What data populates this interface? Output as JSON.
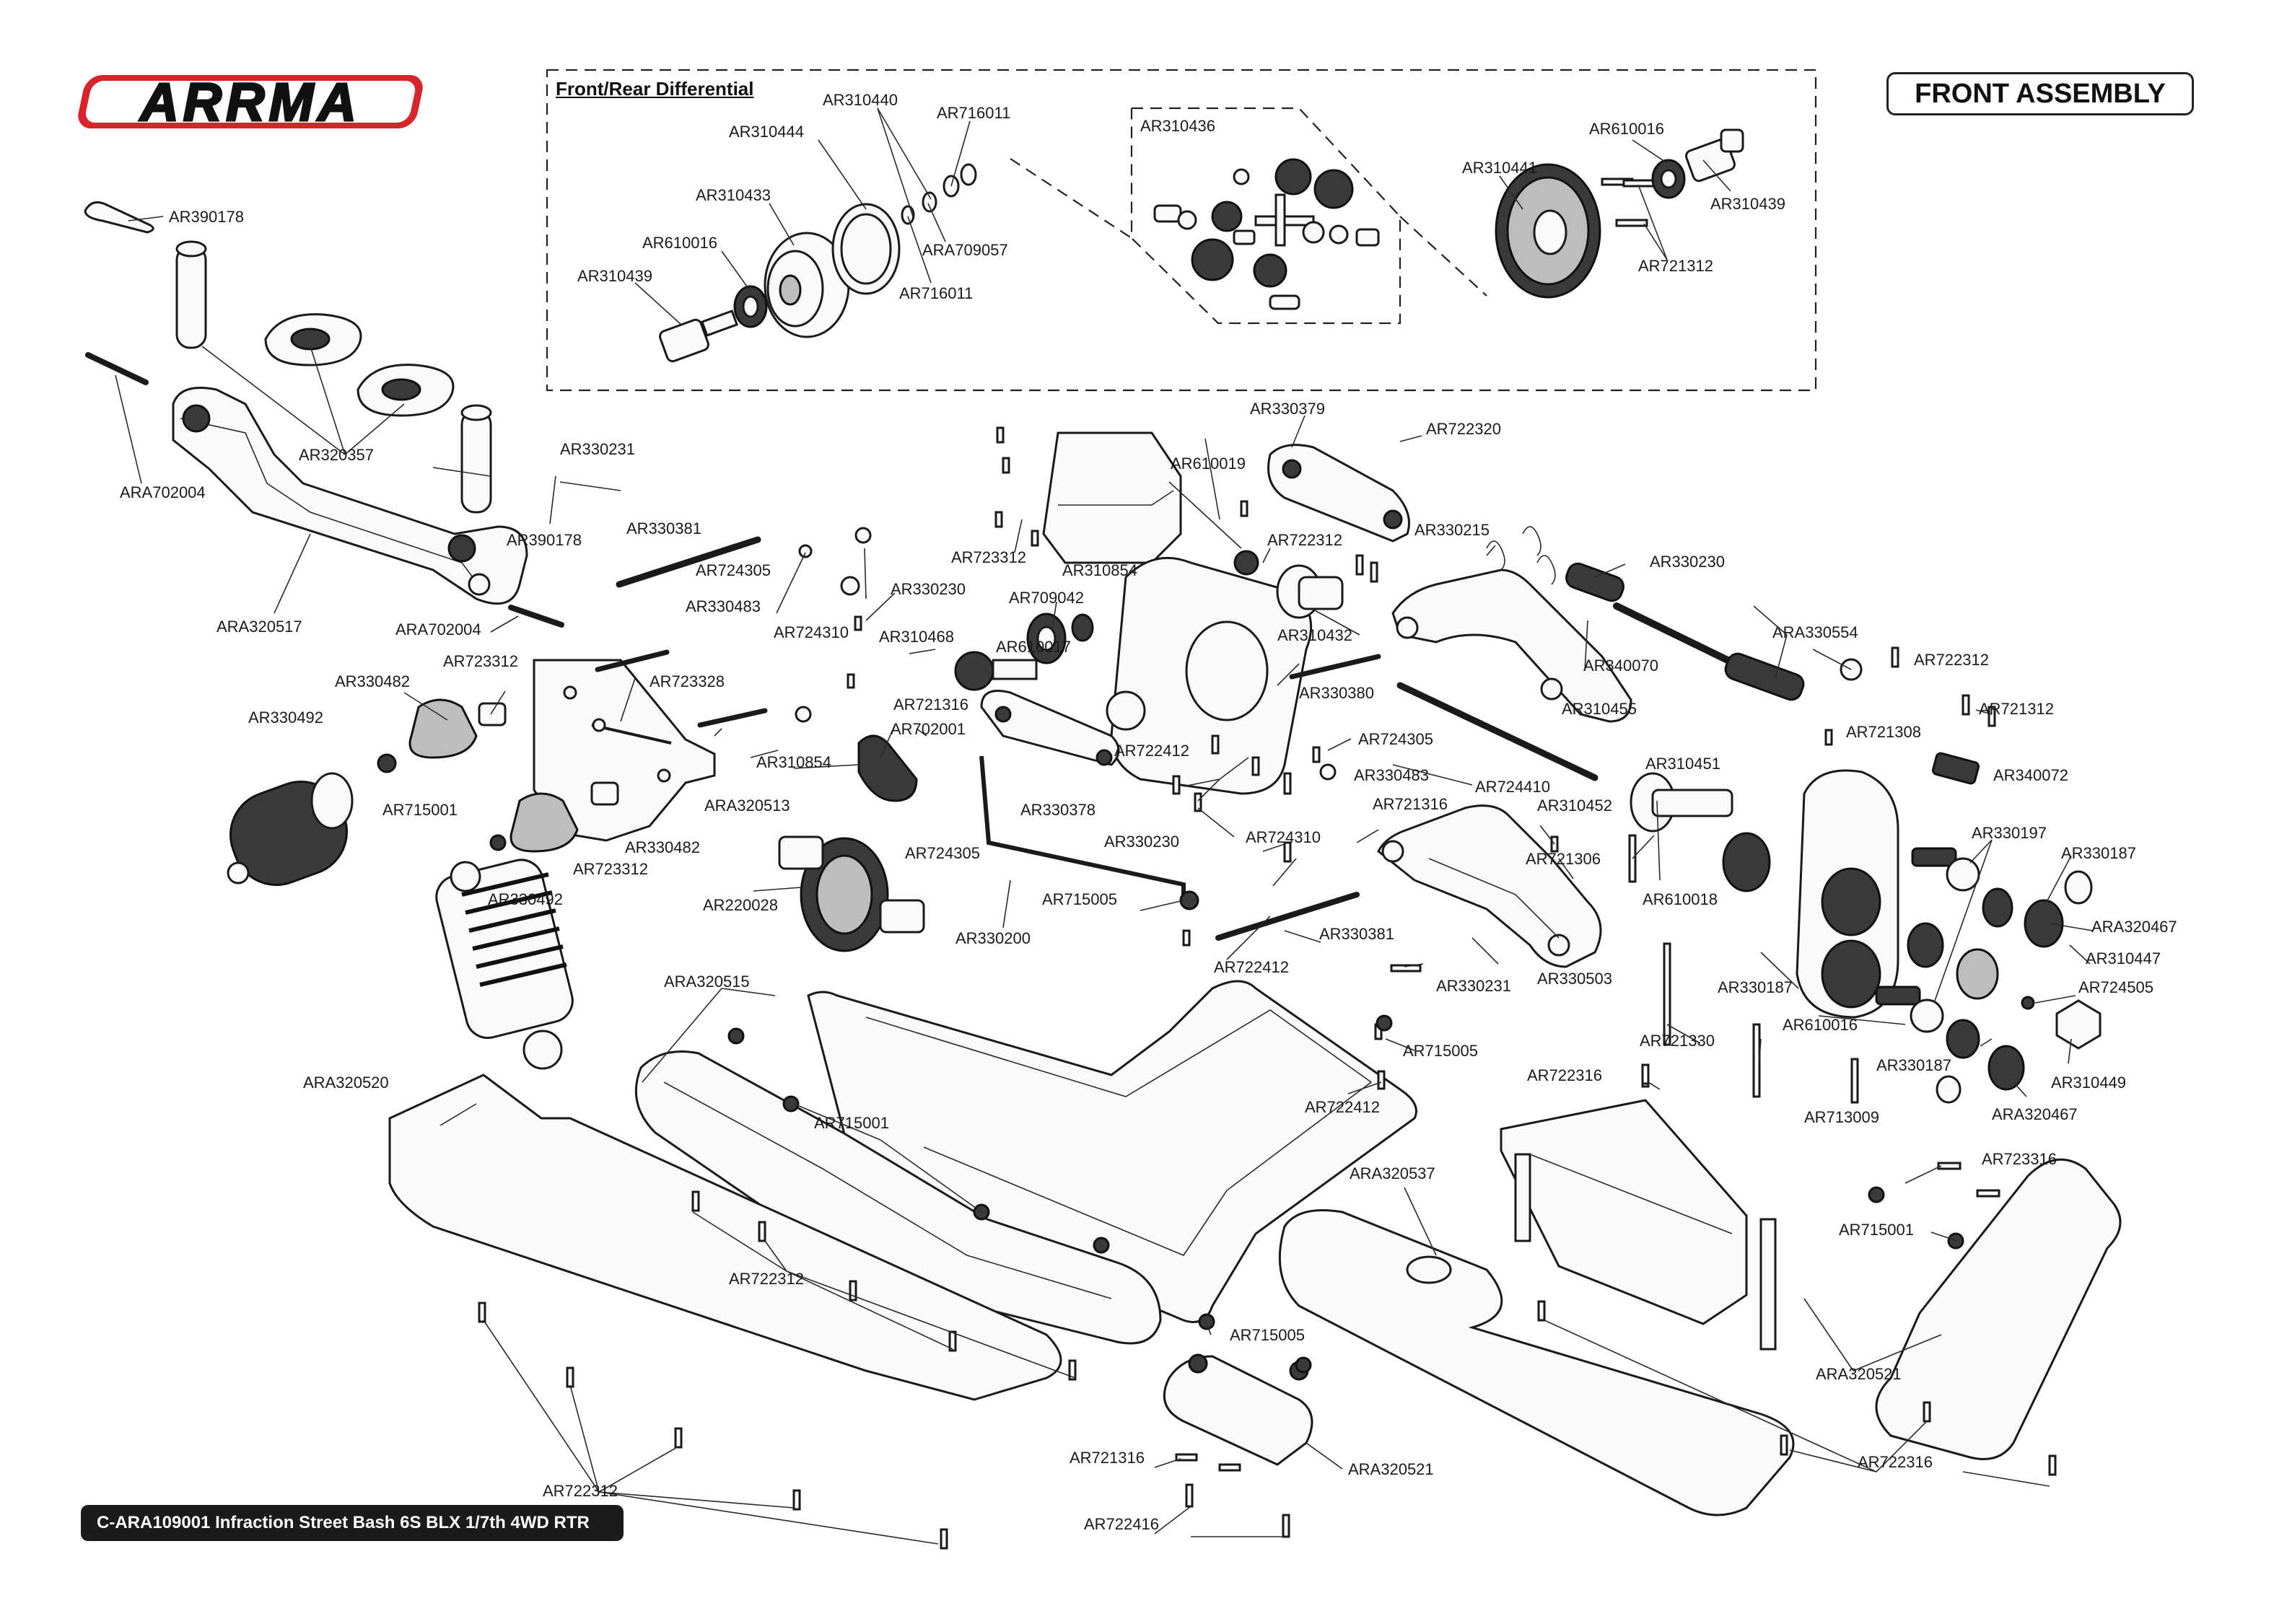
{
  "brand": {
    "logo_text": "ARRMA",
    "accent": "#d8232a"
  },
  "header": {
    "assembly_title": "FRONT ASSEMBLY"
  },
  "differential": {
    "title": "Front/Rear Differential"
  },
  "footer": {
    "caption": "C-ARA109001 Infraction Street Bash 6S BLX 1/7th 4WD RTR"
  },
  "labels": {
    "l01": "AR310440",
    "l02": "AR716011",
    "l03": "AR310444",
    "l04": "AR310436",
    "l05": "AR610016",
    "l06": "AR310433",
    "l07": "AR310441",
    "l08": "AR310439",
    "l09": "AR390178",
    "l10": "AR610016",
    "l11": "ARA709057",
    "l12": "AR721312",
    "l13": "AR310439",
    "l14": "AR716011",
    "l15": "AR330379",
    "l16": "AR722320",
    "l17": "AR610019",
    "l18": "ARA702004",
    "l19": "AR320357",
    "l20": "AR330231",
    "l21": "AR390178",
    "l22": "AR723312",
    "l23": "AR722312",
    "l24": "AR330381",
    "l25": "AR330215",
    "l26": "AR330230",
    "l27": "AR310854",
    "l28": "AR724305",
    "l29": "AR709042",
    "l30": "AR330483",
    "l31": "AR330230",
    "l32": "AR310432",
    "l33": "ARA330554",
    "l34": "ARA320517",
    "l35": "ARA702004",
    "l36": "AR724310",
    "l37": "AR310468",
    "l38": "AR340070",
    "l39": "AR722312",
    "l40": "AR723312",
    "l41": "AR330380",
    "l42": "AR723328",
    "l43": "AR721316",
    "l44": "AR310455",
    "l45": "AR721312",
    "l46": "AR330482",
    "l47": "AR610017",
    "l48": "AR724305",
    "l49": "AR721308",
    "l50": "AR330492",
    "l51": "AR702001",
    "l52": "AR722412",
    "l53": "AR310451",
    "l54": "AR340072",
    "l55": "ARA320513",
    "l56": "AR310854",
    "l57": "AR330483",
    "l58": "AR724410",
    "l59": "AR715001",
    "l60": "AR721316",
    "l61": "AR310452",
    "l62": "AR330378",
    "l63": "AR721306",
    "l64": "AR330230",
    "l65": "AR724310",
    "l66": "AR330197",
    "l67": "AR330187",
    "l68": "AR724305",
    "l69": "AR723312",
    "l70": "AR330482",
    "l71": "AR610018",
    "l72": "ARA320467",
    "l73": "AR330492",
    "l74": "AR715005",
    "l75": "AR310447",
    "l76": "AR220028",
    "l77": "AR330381",
    "l78": "AR330200",
    "l79": "AR722412",
    "l80": "AR330187",
    "l81": "AR724505",
    "l82": "ARA320515",
    "l83": "AR330231",
    "l84": "AR330503",
    "l85": "AR610016",
    "l86": "AR721330",
    "l87": "AR715005",
    "l88": "AR330187",
    "l89": "AR310449",
    "l90": "ARA320520",
    "l91": "AR722316",
    "l92": "AR722412",
    "l93": "AR713009",
    "l94": "ARA320467",
    "l95": "AR715001",
    "l96": "ARA320537",
    "l97": "AR723316",
    "l98": "AR715001",
    "l99": "AR722312",
    "l100": "AR715005",
    "l101": "ARA320521",
    "l102": "AR721316",
    "l103": "ARA320521",
    "l104": "AR722316",
    "l105": "AR722312",
    "l106": "AR722416"
  }
}
